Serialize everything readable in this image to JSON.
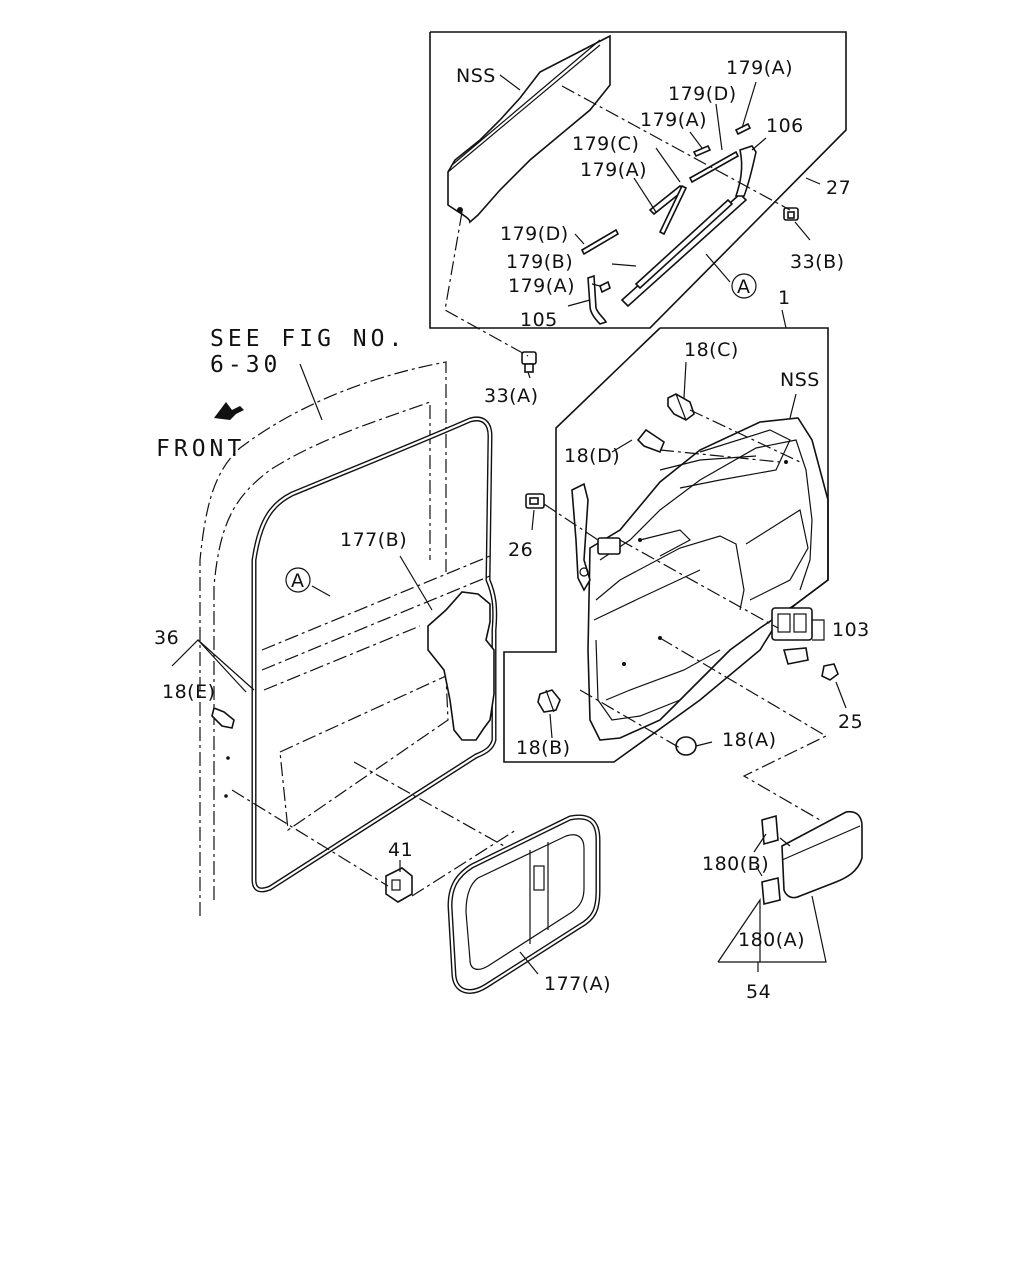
{
  "labels": {
    "see_fig_1": "SEE FIG NO.",
    "see_fig_2": "6-30",
    "front": "FRONT",
    "nss_top": "NSS",
    "nss_panel": "NSS",
    "l_179a_1": "179(A)",
    "l_179d_1": "179(D)",
    "l_179a_2": "179(A)",
    "l_106": "106",
    "l_179c": "179(C)",
    "l_179a_3": "179(A)",
    "l_27": "27",
    "l_179d_2": "179(D)",
    "l_33b": "33(B)",
    "l_179b": "179(B)",
    "l_179a_4": "179(A)",
    "l_circle_a_top": "A",
    "l_105": "105",
    "l_1": "1",
    "l_33a": "33(A)",
    "l_18c": "18(C)",
    "l_18d": "18(D)",
    "l_26": "26",
    "l_177b": "177(B)",
    "l_circle_a_left": "A",
    "l_103": "103",
    "l_36": "36",
    "l_18e": "18(E)",
    "l_25": "25",
    "l_18b": "18(B)",
    "l_18a": "18(A)",
    "l_41": "41",
    "l_180b": "180(B)",
    "l_180a": "180(A)",
    "l_177a": "177(A)",
    "l_54": "54"
  },
  "icons": {
    "front_arrow": "arrow-down-left-icon"
  }
}
